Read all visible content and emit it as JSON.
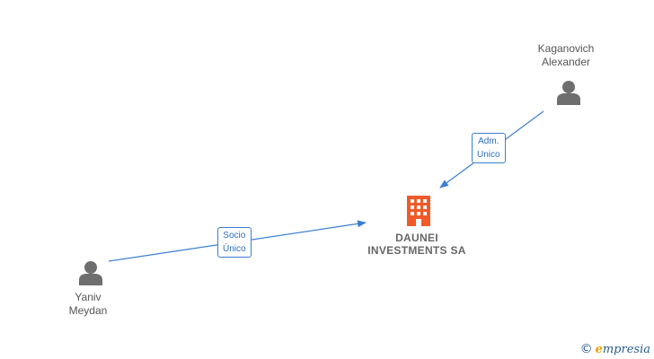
{
  "colors": {
    "edge": "#3a7fd0",
    "person_icon": "#6e6e6e",
    "company_icon": "#f05a28",
    "text": "#555555"
  },
  "nodes": {
    "company": {
      "line1": "DAUNEI",
      "line2": "INVESTMENTS SA",
      "icon": "building-icon"
    },
    "person_top": {
      "line1": "Kaganovich",
      "line2": "Alexander",
      "icon": "person-icon"
    },
    "person_left": {
      "line1": "Yaniv",
      "line2": "Meydan",
      "icon": "person-icon"
    }
  },
  "edges": {
    "adm": {
      "line1": "Adm.",
      "line2": "Unico"
    },
    "socio": {
      "line1": "Socio",
      "line2": "Único"
    }
  },
  "brand": {
    "copyright": "©",
    "e": "e",
    "rest": "mpresia"
  }
}
